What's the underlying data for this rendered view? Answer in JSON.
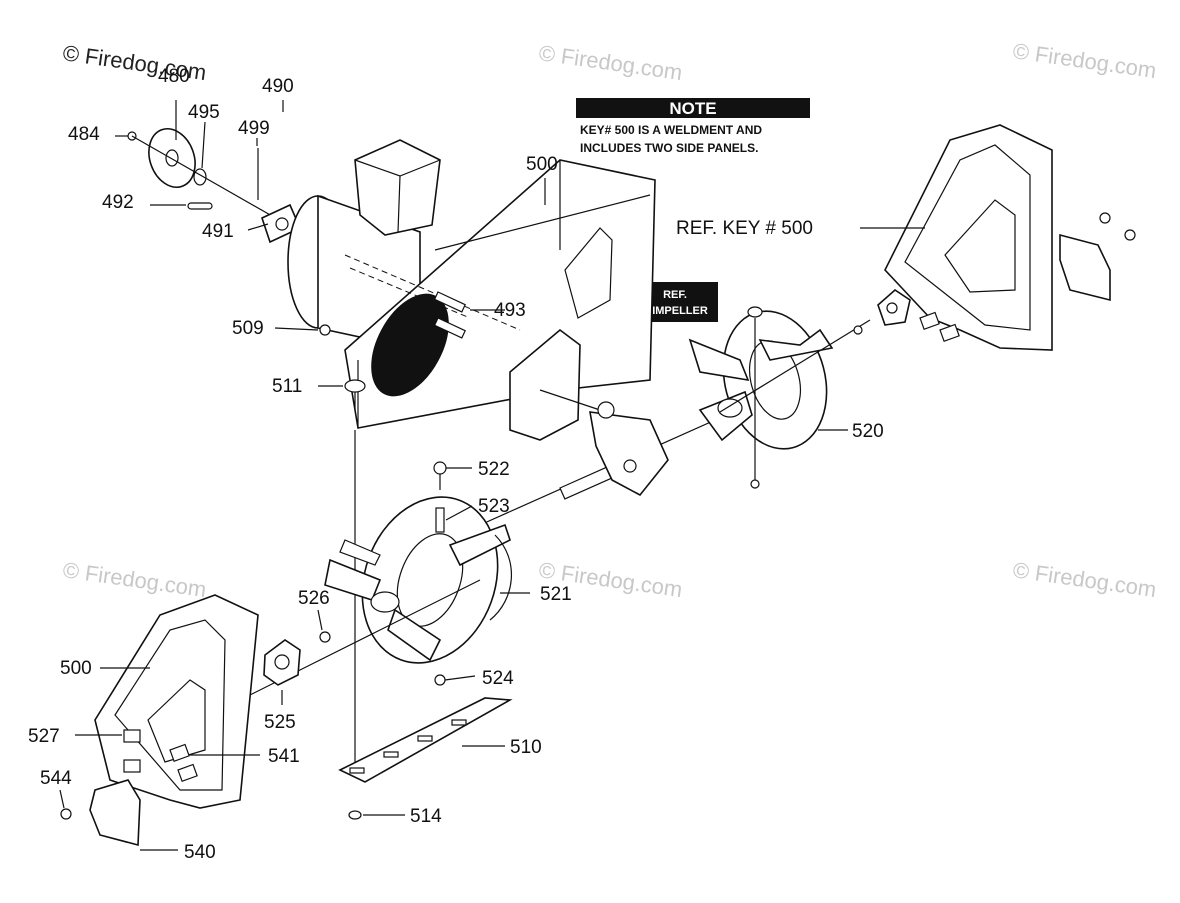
{
  "watermarks": {
    "main": "© Firedog.com",
    "faded": "© Firedog.com"
  },
  "note": {
    "title": "NOTE",
    "line1": "KEY# 500 IS A WELDMENT AND",
    "line2": "INCLUDES TWO SIDE PANELS."
  },
  "ref_key": "REF. KEY # 500",
  "ref_impeller": {
    "line1": "REF.",
    "line2": "IMPELLER"
  },
  "labels": {
    "l480": "480",
    "l484": "484",
    "l490": "490",
    "l491": "491",
    "l492": "492",
    "l493": "493",
    "l495": "495",
    "l499": "499",
    "l500_top": "500",
    "l500_bottom": "500",
    "l509": "509",
    "l510": "510",
    "l511": "511",
    "l514": "514",
    "l520": "520",
    "l521": "521",
    "l522": "522",
    "l523": "523",
    "l524": "524",
    "l525": "525",
    "l526": "526",
    "l527": "527",
    "l540": "540",
    "l541": "541",
    "l544": "544"
  }
}
